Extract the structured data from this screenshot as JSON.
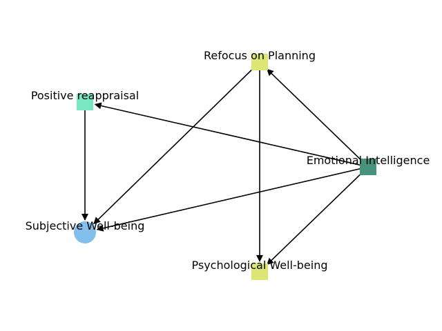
{
  "diagram": {
    "nodes": [
      {
        "id": "ei",
        "label": "Emotional Intelligence",
        "shape": "square",
        "color": "#45937a"
      },
      {
        "id": "rp",
        "label": "Refocus on Planning",
        "shape": "square",
        "color": "#dbe675"
      },
      {
        "id": "pr",
        "label": "Positive reappraisal",
        "shape": "square",
        "color": "#7be7c2"
      },
      {
        "id": "swb",
        "label": "Subjective Well-being",
        "shape": "circle",
        "color": "#82c0eb"
      },
      {
        "id": "pwb",
        "label": "Psychological Well-being",
        "shape": "square",
        "color": "#dbe675"
      }
    ],
    "edges": [
      {
        "from": "ei",
        "to": "rp"
      },
      {
        "from": "ei",
        "to": "pr"
      },
      {
        "from": "ei",
        "to": "swb"
      },
      {
        "from": "ei",
        "to": "pwb"
      },
      {
        "from": "rp",
        "to": "swb"
      },
      {
        "from": "rp",
        "to": "pwb"
      },
      {
        "from": "pr",
        "to": "swb"
      }
    ]
  }
}
